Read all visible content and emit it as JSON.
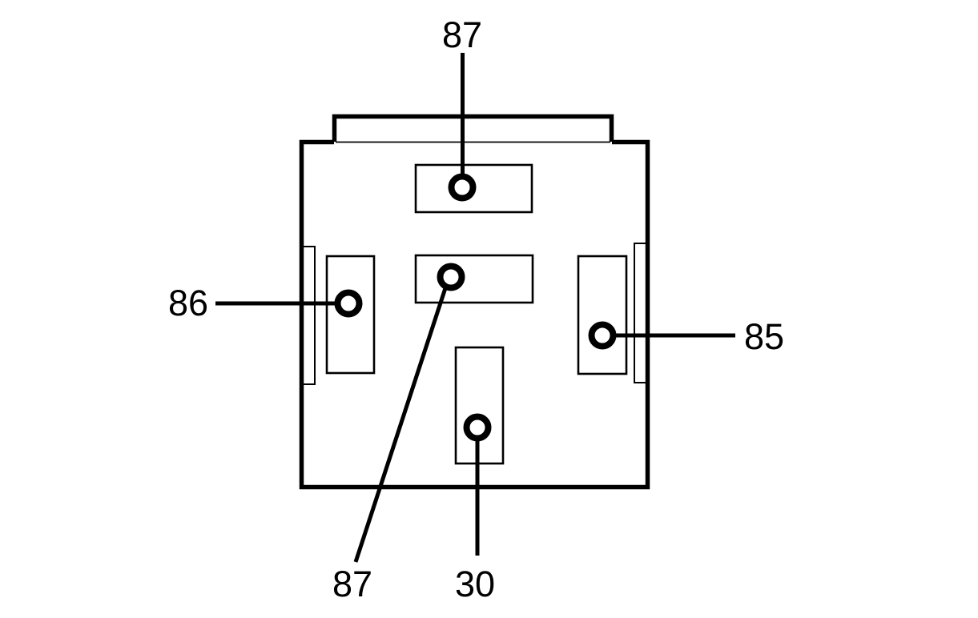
{
  "figure": {
    "type": "relay-pinout-diagram",
    "background_color": "#ffffff",
    "line_color": "#000000",
    "labels": {
      "top_pin": "87",
      "left_pin": "86",
      "right_pin": "85",
      "center_pin": "87",
      "bottom_pin": "30"
    }
  }
}
